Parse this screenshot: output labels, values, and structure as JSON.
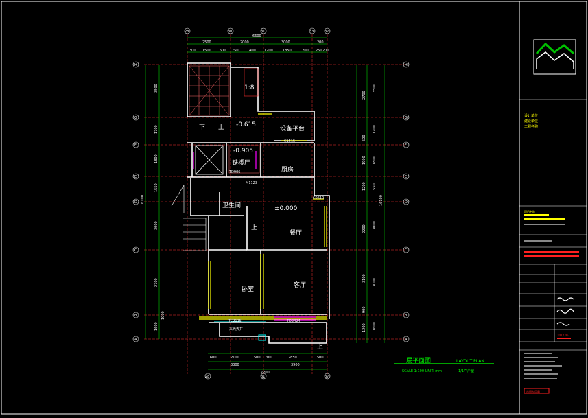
{
  "drawing": {
    "title": "一层平面图",
    "title_en": "LAYOUT PLAN",
    "scale_line": "SCALE 1:100   UNIT: mm",
    "drawing_no": "1/1户户型",
    "colors": {
      "background": "#000000",
      "wall": "#ffffff",
      "window": "#ffff00",
      "door": "#ff00ff",
      "green_text": "#00ff00",
      "dim_line": "#00ff00",
      "axis_red": "#ff0000",
      "hatch": "#ff6666"
    }
  },
  "rooms": {
    "stair": "1:8",
    "stair_arrows": [
      "下",
      "上"
    ],
    "elev_1": "-0.615",
    "elev_2": "-0.905",
    "equipment": "设备平台",
    "equipment_code": "C1515",
    "lobby": "铁楔厅",
    "door_code_1": "TD906",
    "door_code_2": "M1123",
    "kitchen": "厨房",
    "toilet": "卫生间",
    "up": "上",
    "elev_main": "±0.000",
    "window_code_1": "C0610",
    "dining": "餐厅",
    "bedroom": "卧室",
    "living": "客厅",
    "tc_code": "TC2115",
    "td_code": "TD2424",
    "balcony": "采光天井",
    "up2": "上"
  },
  "top_dims": {
    "overall": "6600",
    "row2": [
      "2500",
      "2000",
      "3000",
      "200"
    ],
    "row3": [
      "300",
      "1500",
      "600",
      "750",
      "1400",
      "1200",
      "1850",
      "1200",
      "250",
      "200"
    ]
  },
  "bottom_dims": {
    "row1": [
      "600",
      "2100",
      "500",
      "700",
      "2850",
      "500"
    ],
    "row2": [
      "3300",
      "3900"
    ],
    "overall": "7200"
  },
  "left_dims": [
    "3500",
    "1700",
    "1800",
    "1550",
    "3000",
    "2700",
    "1000",
    "1600"
  ],
  "right_dims": [
    "2700",
    "500",
    "1900",
    "1200",
    "2200",
    "3100",
    "900",
    "1200"
  ],
  "right_dims2": [
    "3500",
    "1700",
    "1800",
    "1550",
    "3000",
    "3000",
    "1600"
  ],
  "axes": {
    "rows": [
      "H",
      "G",
      "F",
      "E",
      "D",
      "C",
      "B",
      "A"
    ],
    "cols": [
      "28",
      "30",
      "31",
      "33",
      "37"
    ],
    "side_total": "16100"
  },
  "title_block": {
    "note_lines": [
      "设计单位",
      "建设单位",
      "工程名称"
    ],
    "yellow_label": "项目名称",
    "stamp": "出图专用章",
    "date_label": "2012.05"
  }
}
